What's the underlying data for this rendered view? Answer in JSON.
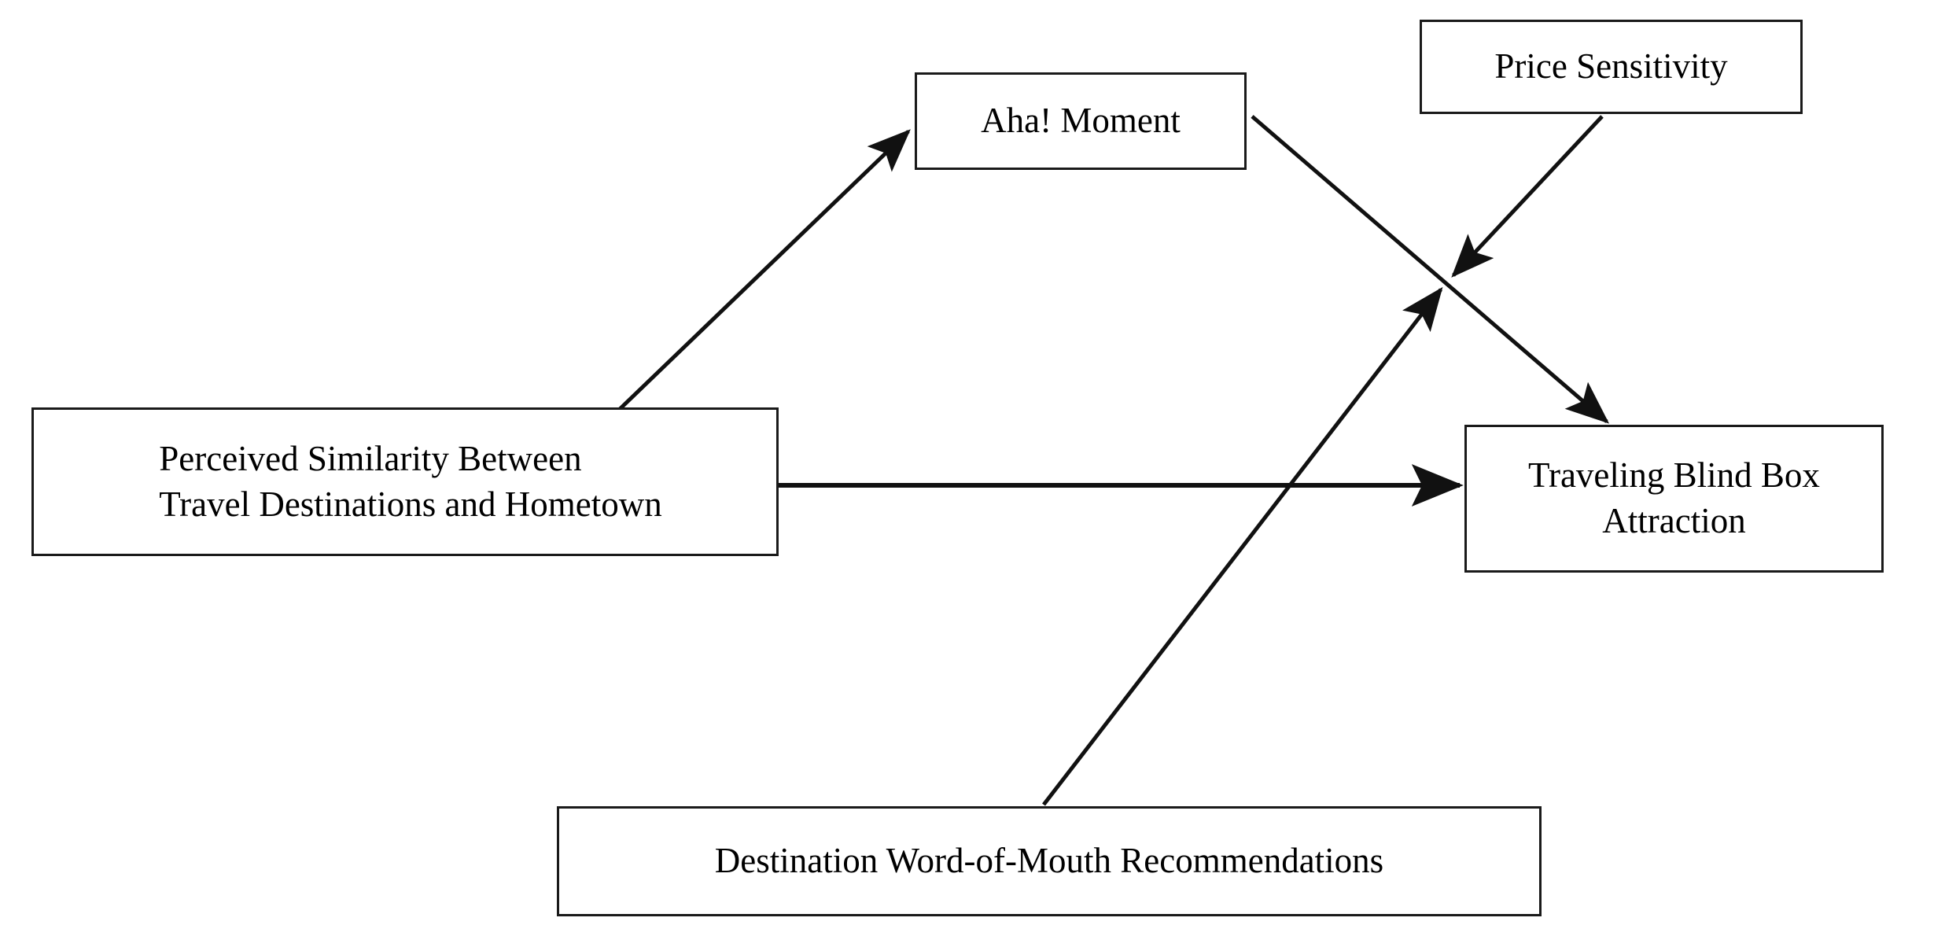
{
  "diagram": {
    "type": "conceptual-research-model",
    "background_color": "#ffffff",
    "line_color": "#1a1a1a",
    "text_color": "#000000",
    "nodes": [
      {
        "id": "perceived-similarity",
        "label": "Perceived Similarity Between\nTravel Destinations and Hometown",
        "role": "independent-variable"
      },
      {
        "id": "aha-moment",
        "label": "Aha! Moment",
        "role": "mediator"
      },
      {
        "id": "price-sensitivity",
        "label": "Price Sensitivity",
        "role": "moderator"
      },
      {
        "id": "traveling-blind-box",
        "label": "Traveling Blind Box\nAttraction",
        "role": "dependent-variable"
      },
      {
        "id": "destination-wom",
        "label": "Destination Word-of-Mouth Recommendations",
        "role": "moderator"
      }
    ],
    "edges": [
      {
        "id": "perceived-similarity-to-aha-moment",
        "from": "perceived-similarity",
        "to": "aha-moment",
        "style": "solid",
        "arrow": "single"
      },
      {
        "id": "perceived-similarity-to-blind-box",
        "from": "perceived-similarity",
        "to": "traveling-blind-box",
        "style": "solid",
        "arrow": "single"
      },
      {
        "id": "aha-moment-to-blind-box",
        "from": "aha-moment",
        "to": "traveling-blind-box",
        "style": "solid",
        "arrow": "single"
      },
      {
        "id": "price-sensitivity-moderates-aha-path",
        "from": "price-sensitivity",
        "to": "aha-moment-to-blind-box",
        "style": "solid",
        "arrow": "single"
      },
      {
        "id": "destination-wom-moderates-aha-path",
        "from": "destination-wom",
        "to": "aha-moment-to-blind-box",
        "style": "solid",
        "arrow": "single"
      }
    ]
  }
}
